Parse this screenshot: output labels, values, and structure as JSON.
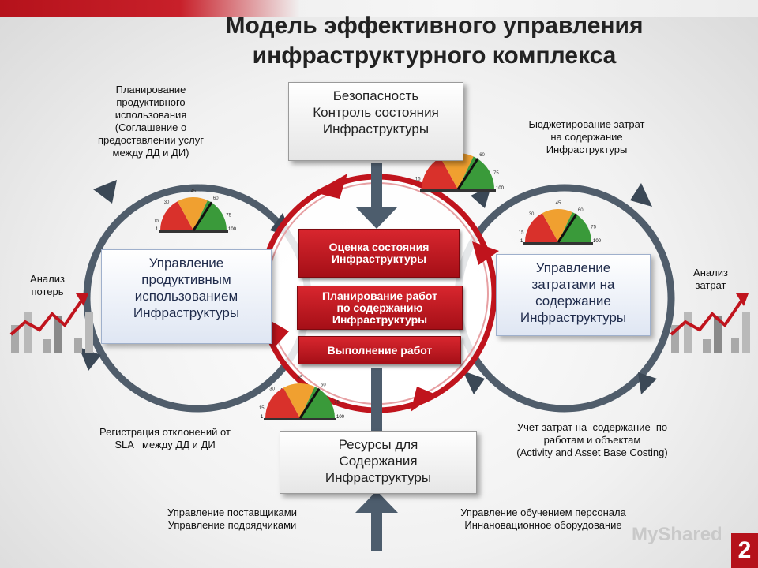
{
  "title": "Модель эффективного управления инфраструктурного комплекса",
  "top_box": {
    "line1": "Безопасность",
    "line2": "Контроль состояния",
    "line3": "Инфраструктуры"
  },
  "bottom_box": {
    "line1": "Ресурсы для",
    "line2": "Содержания",
    "line3": "Инфраструктуры"
  },
  "left_box": {
    "line1": "Управление",
    "line2": "продуктивным",
    "line3": "использованием",
    "line4": "Инфраструктуры"
  },
  "right_box": {
    "line1": "Управление",
    "line2": "затратами на",
    "line3": "содержание",
    "line4": "Инфраструктуры"
  },
  "center_steps": [
    {
      "line1": "Оценка состояния",
      "line2": "Инфраструктуры"
    },
    {
      "line1": "Планирование работ",
      "line2": "по содержанию",
      "line3": "Инфраструктуры"
    },
    {
      "line1": "Выполнение работ"
    }
  ],
  "notes": {
    "top_left": [
      "Планирование",
      "продуктивного",
      "использования",
      "(Соглашение о",
      "предоставлении услуг",
      "между ДД и ДИ)"
    ],
    "top_right": [
      "Бюджетирование затрат",
      "на содержание",
      "Инфраструктуры"
    ],
    "left_side": [
      "Анализ",
      "потерь"
    ],
    "right_side": [
      "Анализ",
      "затрат"
    ],
    "bottom_left": [
      "Регистрация отклонений от",
      "SLA   между ДД и ДИ"
    ],
    "bottom_right": [
      "Учет затрат на  содержание  по",
      "работам и объектам",
      "(Activity and Asset Base Costing)"
    ],
    "footer_left": [
      "Управление поставщиками",
      "Управление подрядчиками"
    ],
    "footer_right": [
      "Управление обучением персонала",
      "Иннановационное оборудование"
    ]
  },
  "gauge_ticks": [
    "15",
    "30",
    "45",
    "60",
    "75",
    "1",
    "100"
  ],
  "watermark": "MyShared",
  "page_number": "2",
  "colors": {
    "accent_red": "#b5121b",
    "gauge_red": "#d9312b",
    "gauge_orange": "#f0a030",
    "gauge_green": "#3a9a3a",
    "ring_gray": "#5a6b7d"
  }
}
